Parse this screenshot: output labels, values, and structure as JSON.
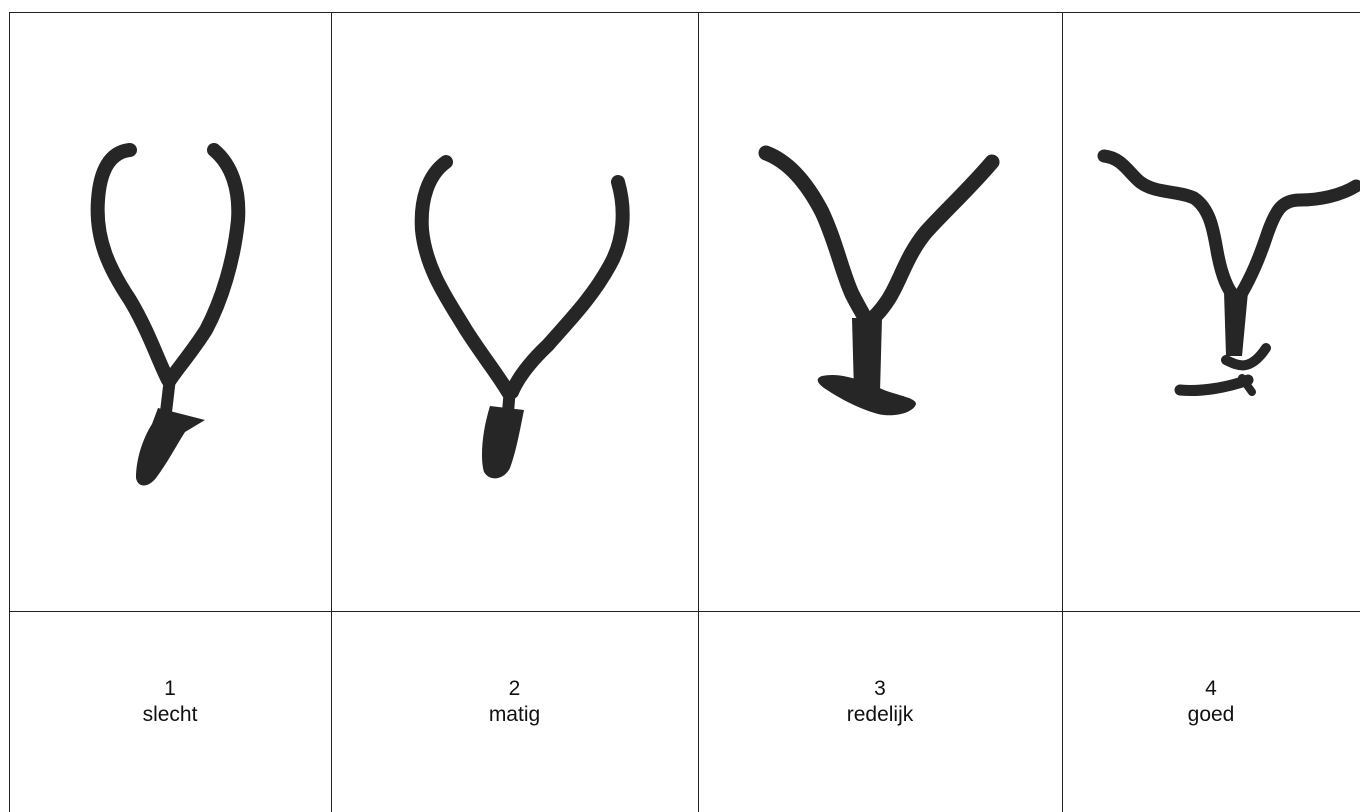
{
  "columns": [
    {
      "number": "1",
      "label": "slecht"
    },
    {
      "number": "2",
      "label": "matig"
    },
    {
      "number": "3",
      "label": "redelijk"
    },
    {
      "number": "4",
      "label": "goed"
    }
  ],
  "colors": {
    "ink": "#262626",
    "grid": "#222222",
    "background": "#ffffff"
  }
}
